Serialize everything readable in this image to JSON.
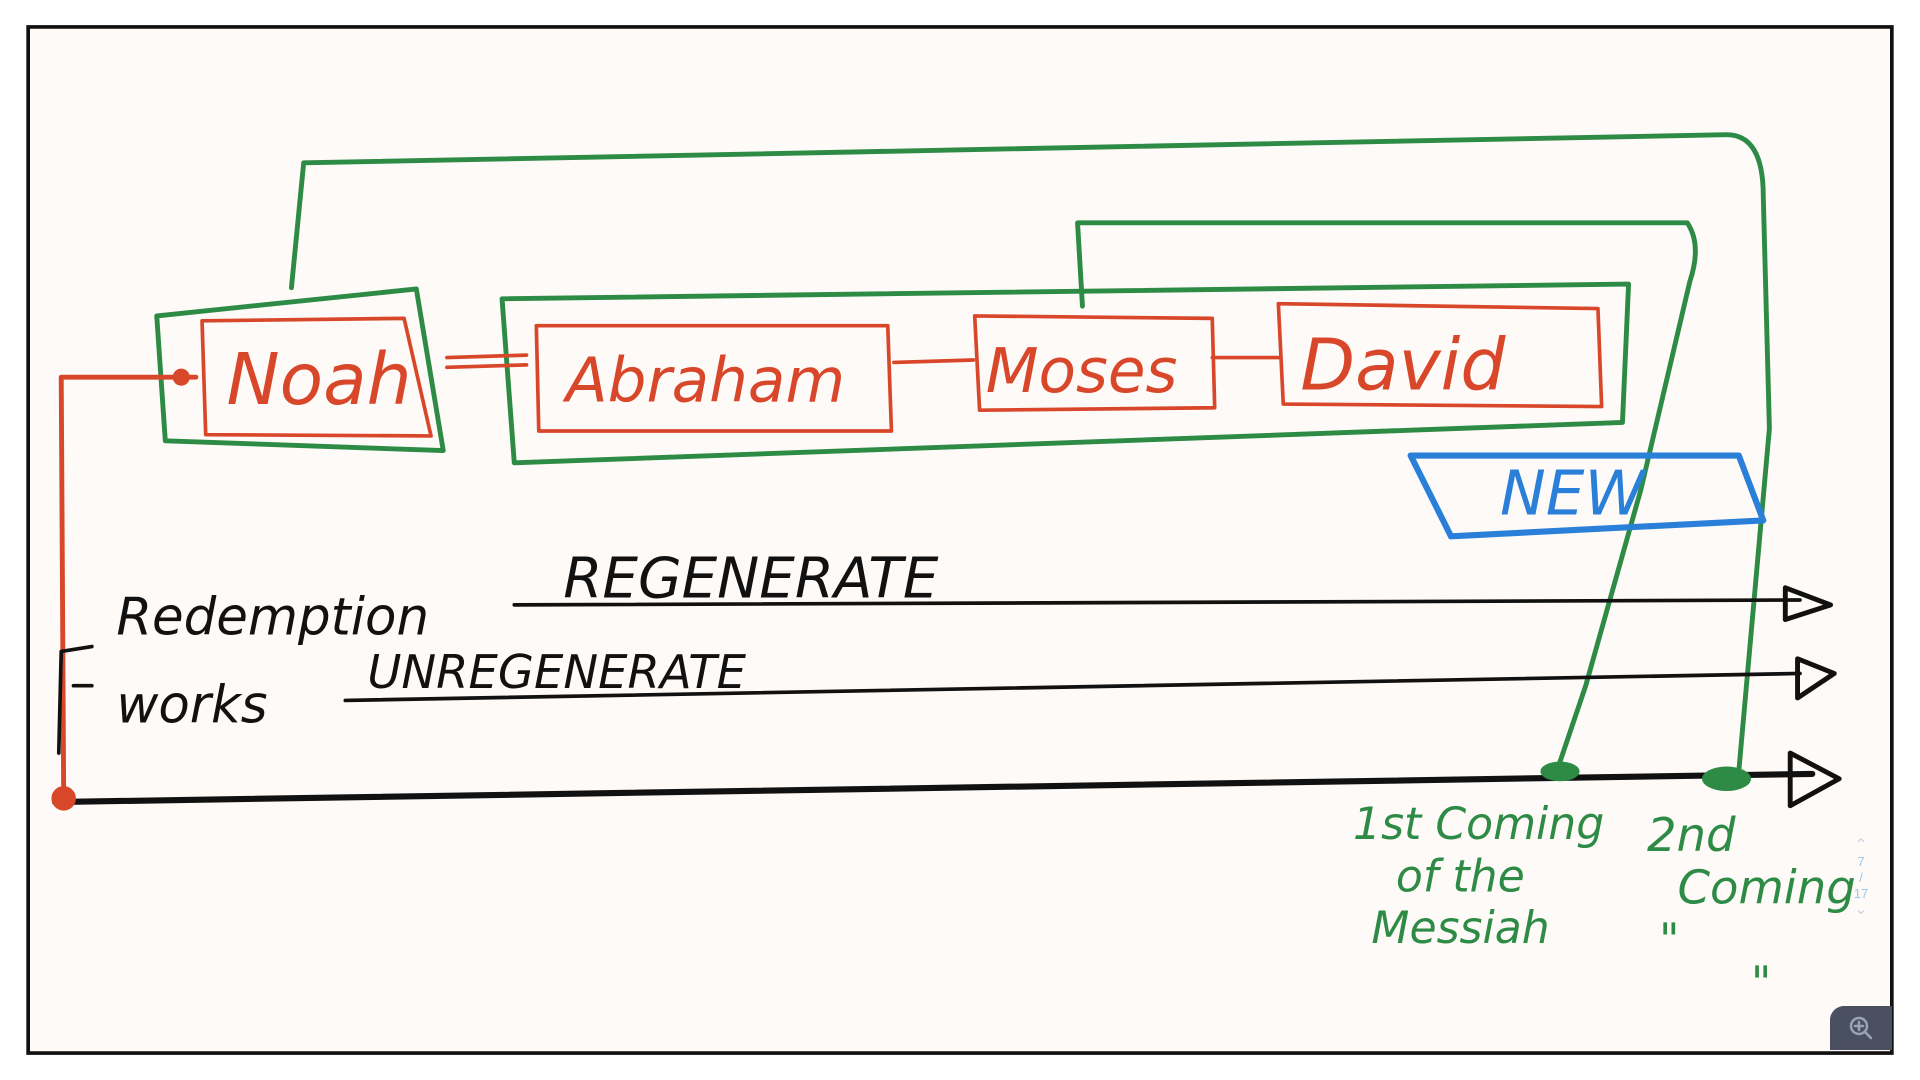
{
  "whiteboard": {
    "boxes": [
      "Noah",
      "Abraham",
      "Moses",
      "David"
    ],
    "new_label": "NEW",
    "lines": {
      "redemption_label": "Redemption",
      "regenerate": "REGENERATE",
      "works_label": "works",
      "unregenerate": "UNREGENERATE"
    },
    "first_coming": [
      "1st Coming",
      "of the",
      "Messiah"
    ],
    "second_coming": [
      "2nd",
      "Coming",
      "\"",
      "\""
    ]
  },
  "colors": {
    "red": "#d9472b",
    "green": "#2e8b45",
    "blue": "#2a7fd8",
    "black": "#111111",
    "paper": "#fdfaf8"
  },
  "pager": {
    "current": "7",
    "separator": "/",
    "total": "17"
  },
  "icons": {
    "zoom": "zoom-in-icon",
    "prev": "chevron-up-icon",
    "next": "chevron-down-icon"
  }
}
